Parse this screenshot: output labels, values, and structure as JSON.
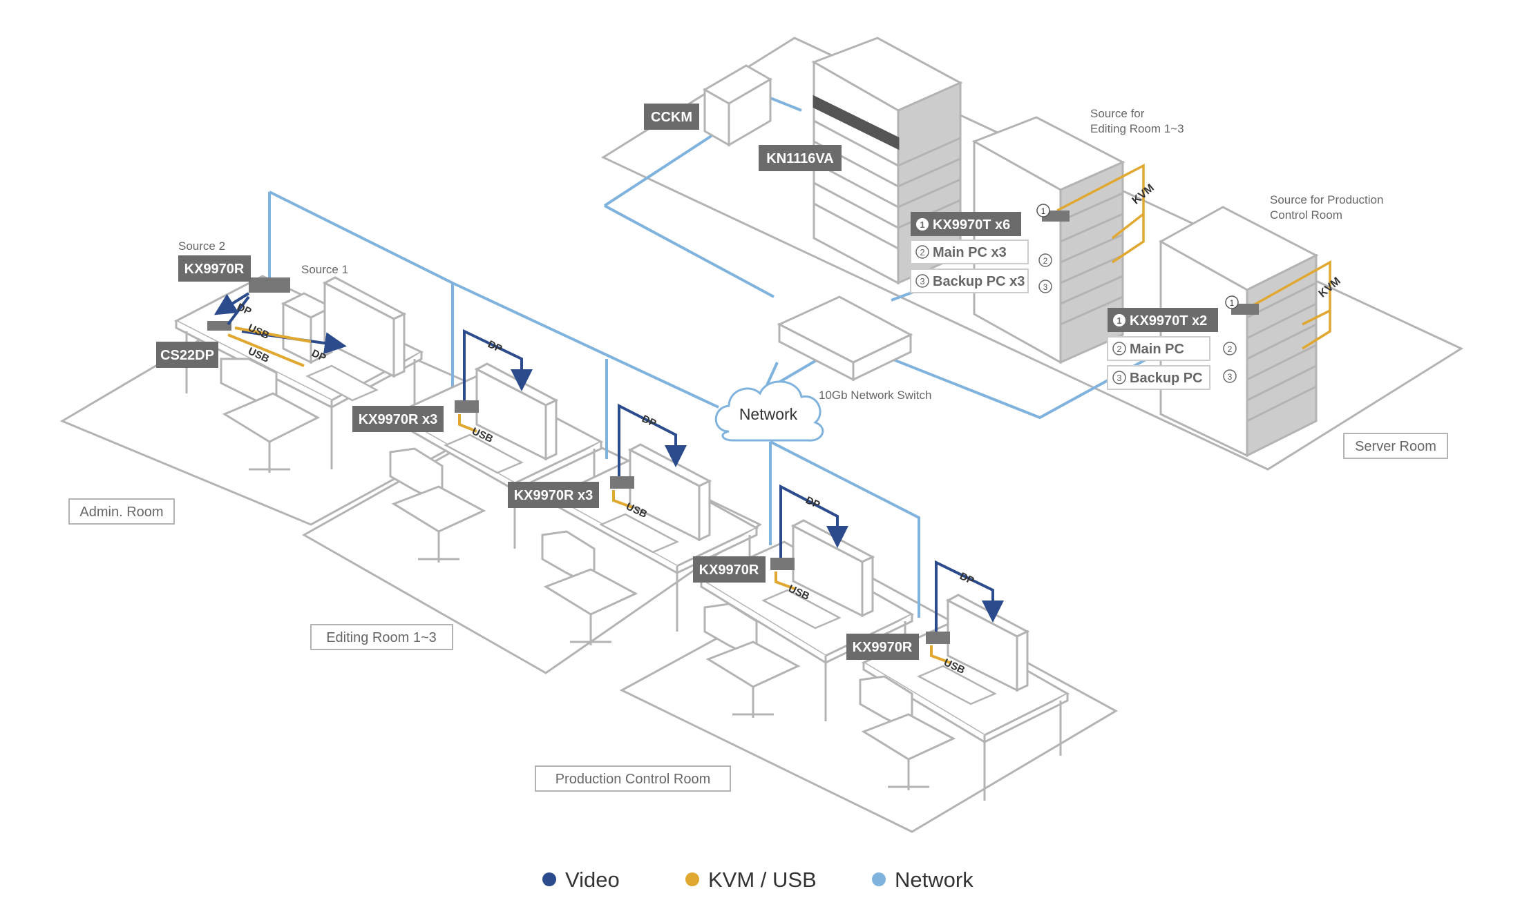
{
  "labels": {
    "cckm": "CCKM",
    "kn1116va": "KN1116VA",
    "source_editing_l1": "Source for",
    "source_editing_l2": "Editing Room 1~3",
    "source_prod_l1": "Source for Production",
    "source_prod_l2": "Control Room",
    "tx_editing": "KX9970T x6",
    "main_pc_editing": "Main PC x3",
    "backup_pc_editing": "Backup PC x3",
    "tx_prod": "KX9970T x2",
    "main_pc_prod": "Main PC",
    "backup_pc_prod": "Backup PC",
    "server_room": "Server Room",
    "network": "Network",
    "network_switch": "10Gb Network Switch",
    "source2": "Source 2",
    "source1": "Source 1",
    "kx9970r_admin": "KX9970R",
    "cs22dp": "CS22DP",
    "admin_room": "Admin. Room",
    "kx9970r_x3_a": "KX9970R x3",
    "kx9970r_x3_b": "KX9970R x3",
    "kx9970r_prod_a": "KX9970R",
    "kx9970r_prod_b": "KX9970R",
    "editing_room": "Editing Room 1~3",
    "production_room": "Production Control Room",
    "dp": "DP",
    "usb": "USB",
    "kvm": "KVM",
    "n1": "1",
    "n2": "2",
    "n3": "3"
  },
  "legend": [
    {
      "label": "Video",
      "color": "#2b4b8c"
    },
    {
      "label": "KVM / USB",
      "color": "#e0a830"
    },
    {
      "label": "Network",
      "color": "#7fb3dd"
    }
  ],
  "colors": {
    "video": "#2b4b8c",
    "kvm": "#e0a830",
    "network": "#7fb3dd",
    "outline": "#b3b3b3",
    "label_bg": "#6b6b6b"
  }
}
